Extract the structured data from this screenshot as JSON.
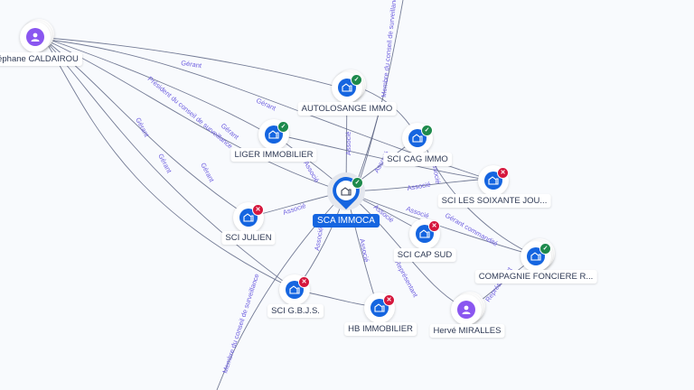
{
  "colors": {
    "company": "#1565e0",
    "person": "#8a56f0",
    "status_active": "#1e8a4c",
    "status_closed": "#d5173d",
    "edge": "#5c6483",
    "edge_label": "#6f60e0",
    "background": "#f8fafd"
  },
  "center": {
    "name": "SCA IMMOCA",
    "type": "company",
    "status": "active",
    "icon": "building-icon"
  },
  "nodes": [
    {
      "id": "caldairou",
      "name": "éphane CALDAIROU",
      "type": "person",
      "icon": "person-icon"
    },
    {
      "id": "autolosange",
      "name": "AUTOLOSANGE IMMO",
      "type": "company",
      "status": "active",
      "icon": "building-icon"
    },
    {
      "id": "liger",
      "name": "LIGER IMMOBILIER",
      "type": "company",
      "status": "active",
      "icon": "building-icon"
    },
    {
      "id": "cag",
      "name": "SCI CAG IMMO",
      "type": "company",
      "status": "active",
      "icon": "building-icon"
    },
    {
      "id": "soixante",
      "name": "SCI LES SOIXANTE JOU...",
      "type": "company",
      "status": "closed",
      "icon": "building-icon"
    },
    {
      "id": "julien",
      "name": "SCI JULIEN",
      "type": "company",
      "status": "closed",
      "icon": "building-icon"
    },
    {
      "id": "capsud",
      "name": "SCI CAP SUD",
      "type": "company",
      "status": "closed",
      "icon": "building-icon"
    },
    {
      "id": "fonciere",
      "name": "COMPAGNIE FONCIERE R...",
      "type": "company",
      "status": "active",
      "icon": "building-icon"
    },
    {
      "id": "gbjs",
      "name": "SCI G.B.J.S.",
      "type": "company",
      "status": "closed",
      "icon": "building-icon"
    },
    {
      "id": "hb",
      "name": "HB IMMOBILIER",
      "type": "company",
      "status": "closed",
      "icon": "building-icon"
    },
    {
      "id": "miralles",
      "name": "Hervé MIRALLES",
      "type": "person",
      "icon": "person-icon"
    }
  ],
  "edge_labels": {
    "gerant": "Gérant",
    "associe": "Associé",
    "president_cs": "Président du conseil de surveillance",
    "membre_cs": "Membre du conseil de surveillance",
    "representant": "Représentant",
    "gerant_commandite": "Gérant commandité"
  }
}
